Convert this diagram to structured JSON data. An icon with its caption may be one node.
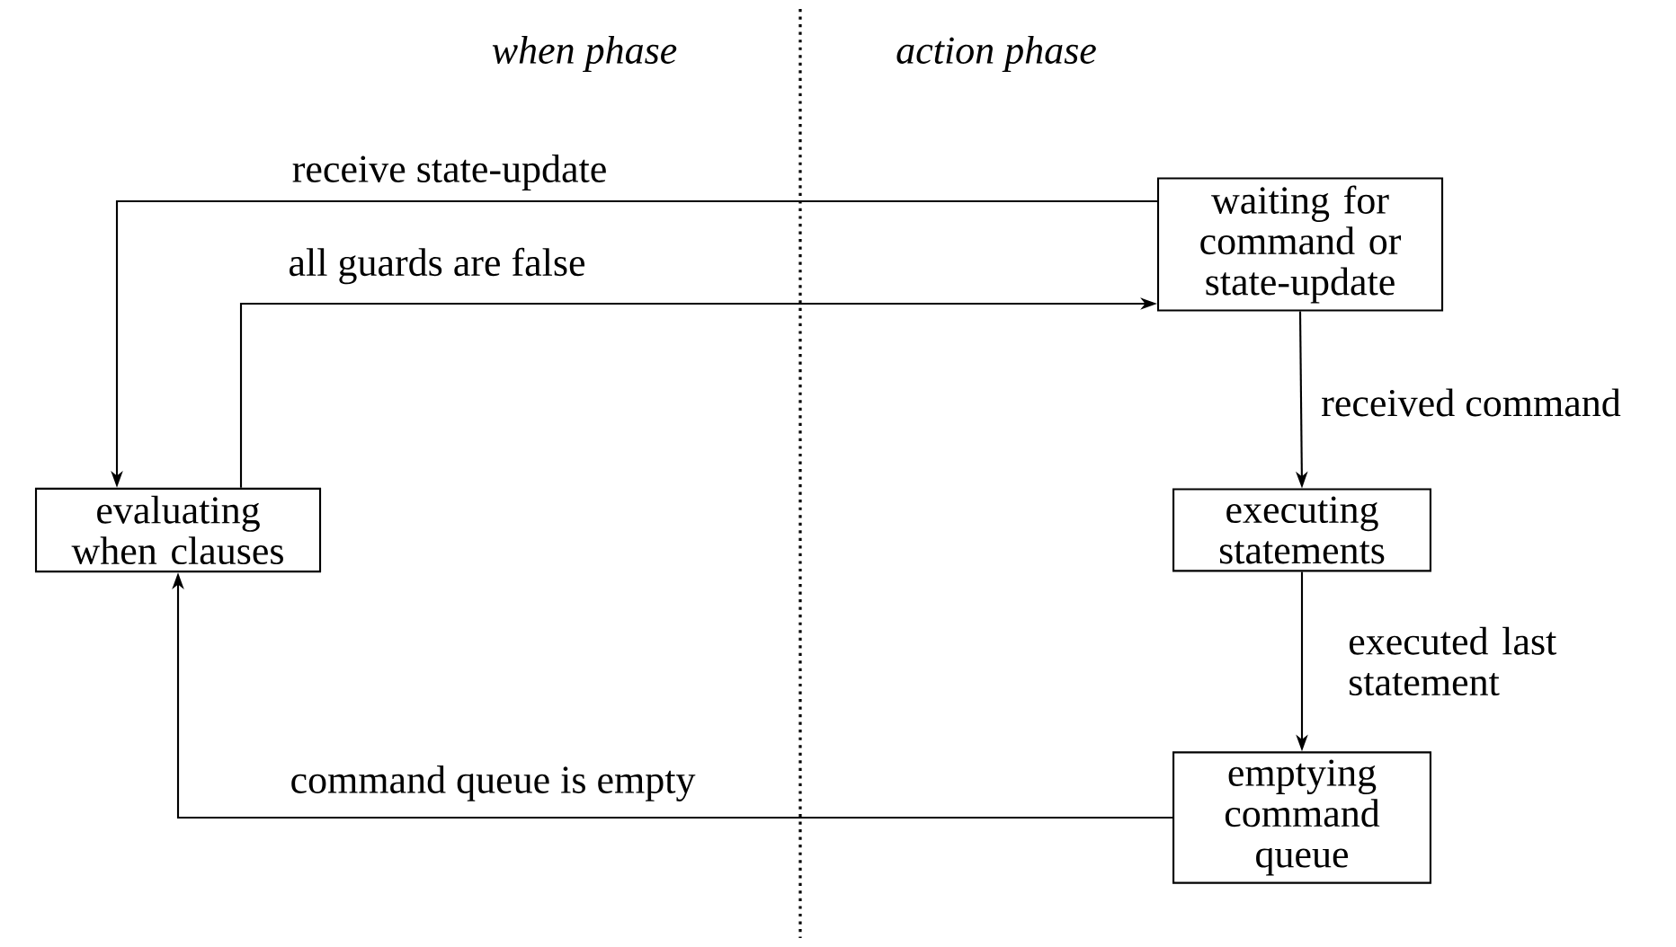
{
  "diagram": {
    "nodes": [
      {
        "text": [
          "evaluating when clauses"
        ]
      },
      {
        "text": [
          "waiting for command or state-update"
        ]
      },
      {
        "text": [
          "executing statements"
        ]
      },
      {
        "text": [
          "emptying command queue"
        ]
      }
    ],
    "edges": [
      {
        "from": 1,
        "to": 0,
        "arrow": "to",
        "label": "receive state-update"
      },
      {
        "from": 0,
        "to": 1,
        "arrow": "to",
        "label": "all guards are false"
      },
      {
        "from": 1,
        "to": 2,
        "arrow": "to",
        "label": "received command"
      },
      {
        "from": 2,
        "to": 3,
        "arrow": "to",
        "label": "executed last statement"
      },
      {
        "from": 3,
        "to": 0,
        "arrow": "to",
        "label": "command queue is empty"
      }
    ],
    "labels": [
      "when phase",
      "action phase"
    ]
  }
}
